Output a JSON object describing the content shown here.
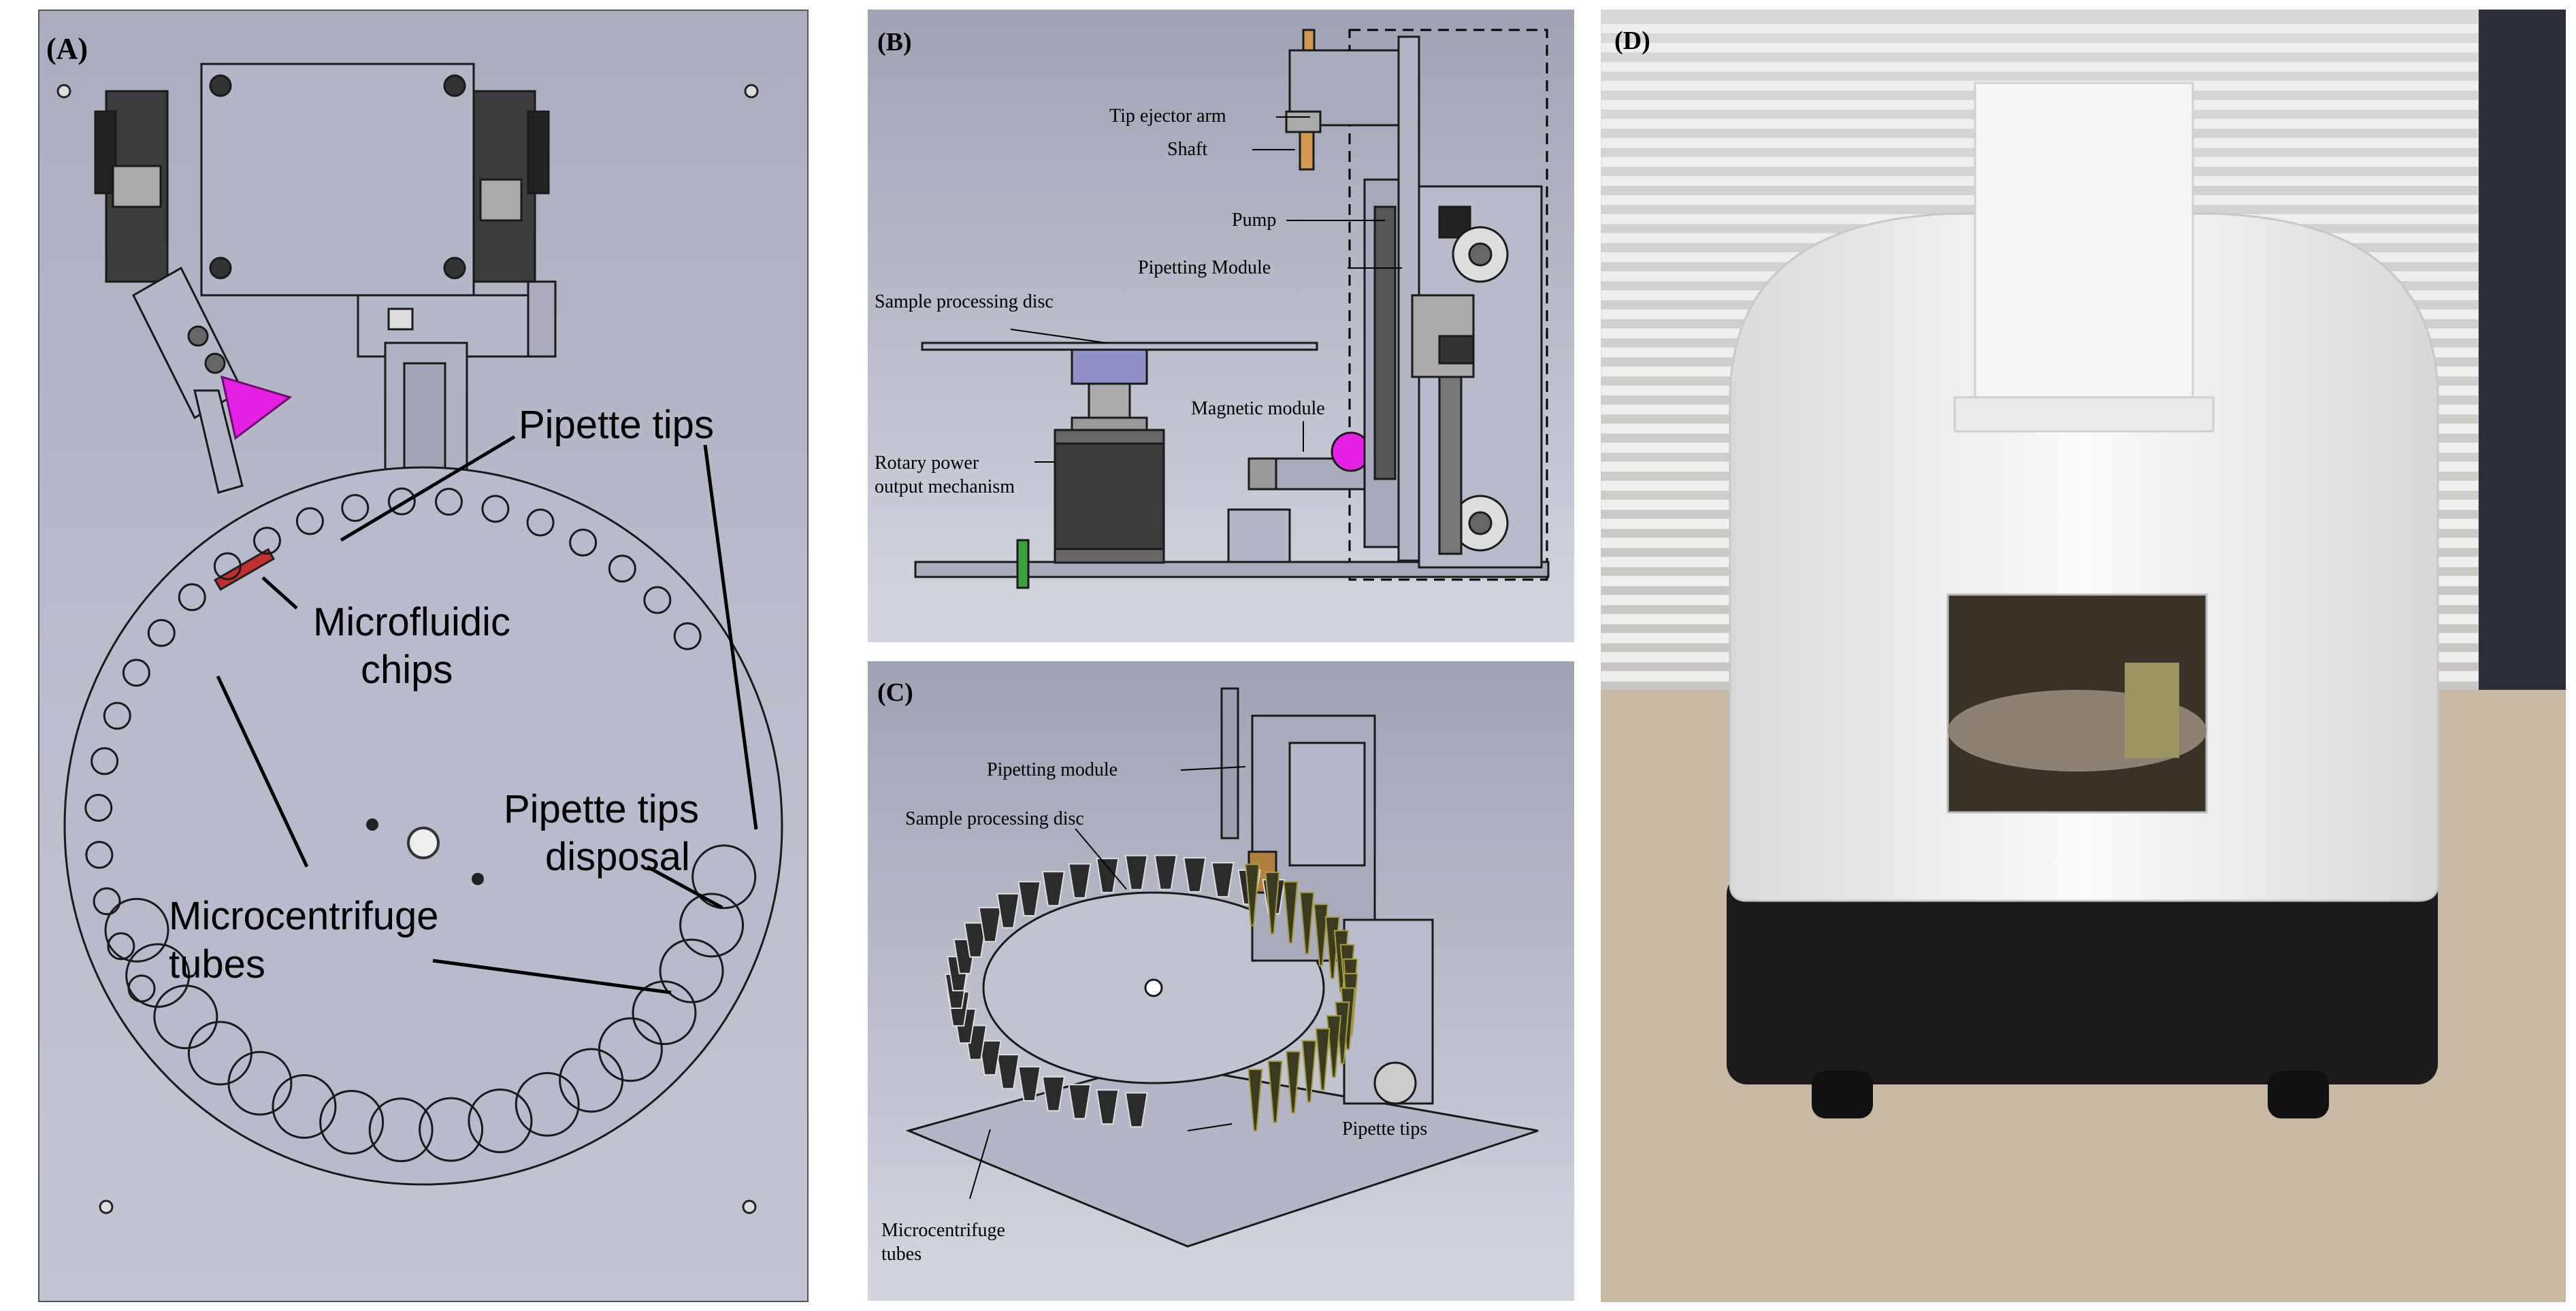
{
  "panel_a": {
    "label": "(A)",
    "annotations": {
      "pipette_tips": "Pipette tips",
      "microfluidic_chips_1": "Microfluidic",
      "microfluidic_chips_2": "chips",
      "pipette_tips_disposal_1": "Pipette tips",
      "pipette_tips_disposal_2": "disposal",
      "microcentrifuge_tubes_1": "Microcentrifuge",
      "microcentrifuge_tubes_2": "tubes"
    }
  },
  "panel_b": {
    "label": "(B)",
    "annotations": {
      "tip_ejector_arm": "Tip ejector arm",
      "shaft": "Shaft",
      "pump": "Pump",
      "pipetting_module": "Pipetting Module",
      "sample_processing_disc": "Sample processing disc",
      "magnetic_module": "Magnetic module",
      "rotary_power_1": "Rotary power",
      "rotary_power_2": "output mechanism"
    }
  },
  "panel_c": {
    "label": "(C)",
    "annotations": {
      "pipetting_module": "Pipetting module",
      "sample_processing_disc": "Sample processing disc",
      "pipette_tips": "Pipette tips",
      "microcentrifuge_tubes_1": "Microcentrifuge",
      "microcentrifuge_tubes_2": "tubes"
    }
  },
  "panel_d": {
    "label": "(D)"
  },
  "colors": {
    "cad_background": "#b9bccb",
    "cad_line": "#1a1a1a",
    "indicator_magenta": "#e61ee6",
    "device_body": "#f4f4f4",
    "device_base": "#1b1b1b",
    "window_blind": "#e9eaea"
  }
}
